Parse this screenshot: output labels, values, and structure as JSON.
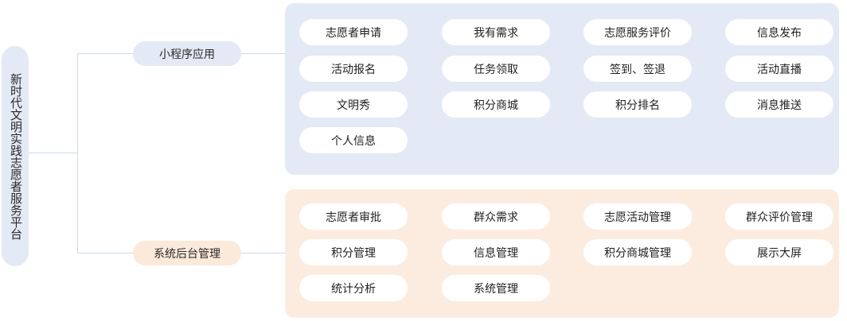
{
  "diagram": {
    "root": {
      "label": "新时代文明实践志愿者服务平台",
      "color": "#e3e9f5"
    },
    "branches": [
      {
        "id": "mini-program",
        "label": "小程序应用",
        "node_color": "#e3e9f5",
        "panel_color": "#e3e9f5",
        "items": [
          "志愿者申请",
          "我有需求",
          "志愿服务评价",
          "信息发布",
          "活动报名",
          "任务领取",
          "签到、签退",
          "活动直播",
          "文明秀",
          "积分商城",
          "积分排名",
          "消息推送",
          "个人信息"
        ]
      },
      {
        "id": "backend-management",
        "label": "系统后台管理",
        "node_color": "#fbe9da",
        "panel_color": "#fcece0",
        "items": [
          "志愿者审批",
          "群众需求",
          "志愿活动管理",
          "群众评价管理",
          "积分管理",
          "信息管理",
          "积分商城管理",
          "展示大屏",
          "统计分析",
          "系统管理"
        ]
      }
    ],
    "connector_color": "#ccd9ea"
  }
}
